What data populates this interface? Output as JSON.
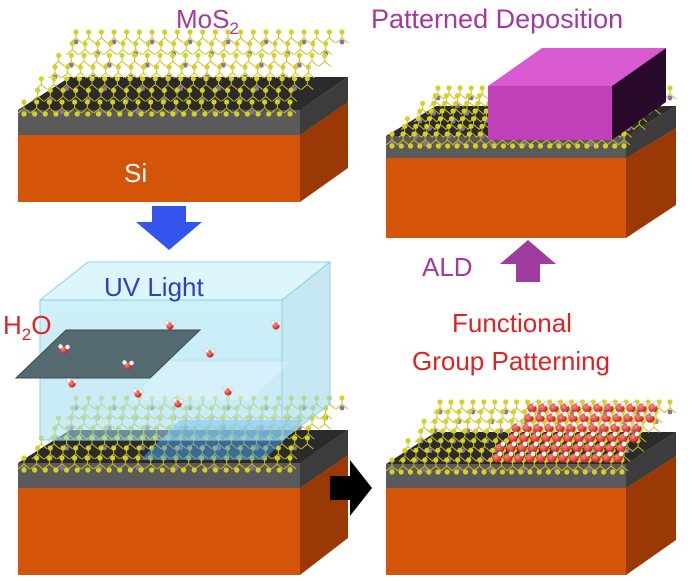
{
  "labels": {
    "mos2_main": "MoS",
    "mos2_sub": "2",
    "si": "Si",
    "patterned_deposition": "Patterned Deposition",
    "uv_light": "UV Light",
    "h2o_h": "H",
    "h2o_sub": "2",
    "h2o_o": "O",
    "ald": "ALD",
    "functional_line1": "Functional",
    "functional_line2": "Group Patterning"
  },
  "colors": {
    "magenta_text": "#a43a9e",
    "blue_text": "#2b3fcf",
    "red_text": "#e02222",
    "si_front": "#d4550a",
    "si_top": "#e0701c",
    "si_side": "#9a3806",
    "oxide_front": "#5a5a5a",
    "oxide_top": "#2b2b2b",
    "oxide_side": "#3c3c3c",
    "sulfur": "#d8d020",
    "molybdenum": "#8a70a8",
    "deposit_top": "#d95ad0",
    "deposit_front": "#c23fba",
    "deposit_side": "#2a0a2a",
    "blue_arrow": "#3355ee",
    "purple_arrow": "#a03ca0",
    "black_arrow": "#000000",
    "uv_box": "#a8e0f0",
    "mask": "#556a70",
    "exposed_region": "#4a9ee8",
    "oxygen": "#e02a20",
    "hydrogen": "#f0f0f0"
  }
}
